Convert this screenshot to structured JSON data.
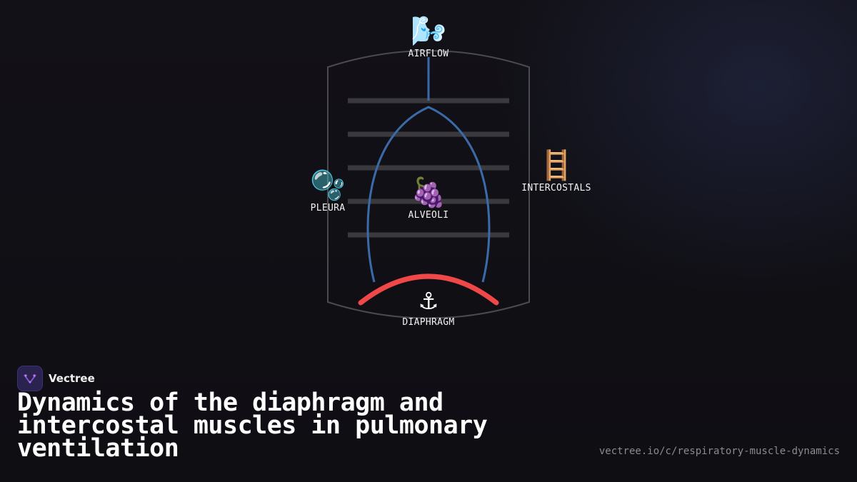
{
  "nodes": {
    "airflow": {
      "emoji": "🌬️",
      "label": "AIRFLOW"
    },
    "pleura": {
      "emoji": "🫧",
      "label": "PLEURA"
    },
    "alveoli": {
      "emoji": "🍇",
      "label": "ALVEOLI"
    },
    "intercostals": {
      "emoji": "🪜",
      "label": "INTERCOSTALS"
    },
    "diaphragm": {
      "emoji": "⚓",
      "label": "DIAPHRAGM"
    }
  },
  "colors": {
    "background": "#111015",
    "rib_cage": "#4a4a50",
    "ribs": "#3a3a3e",
    "lung": "#3b6aa8",
    "diaphragm": "#f04848",
    "accent": "#8a5ad8"
  },
  "brand": {
    "name": "Vectree",
    "logo_icon": "vectree-logo-icon"
  },
  "title": "Dynamics of the diaphragm and intercostal muscles in pulmonary ventilation",
  "url": "vectree.io/c/respiratory-muscle-dynamics"
}
